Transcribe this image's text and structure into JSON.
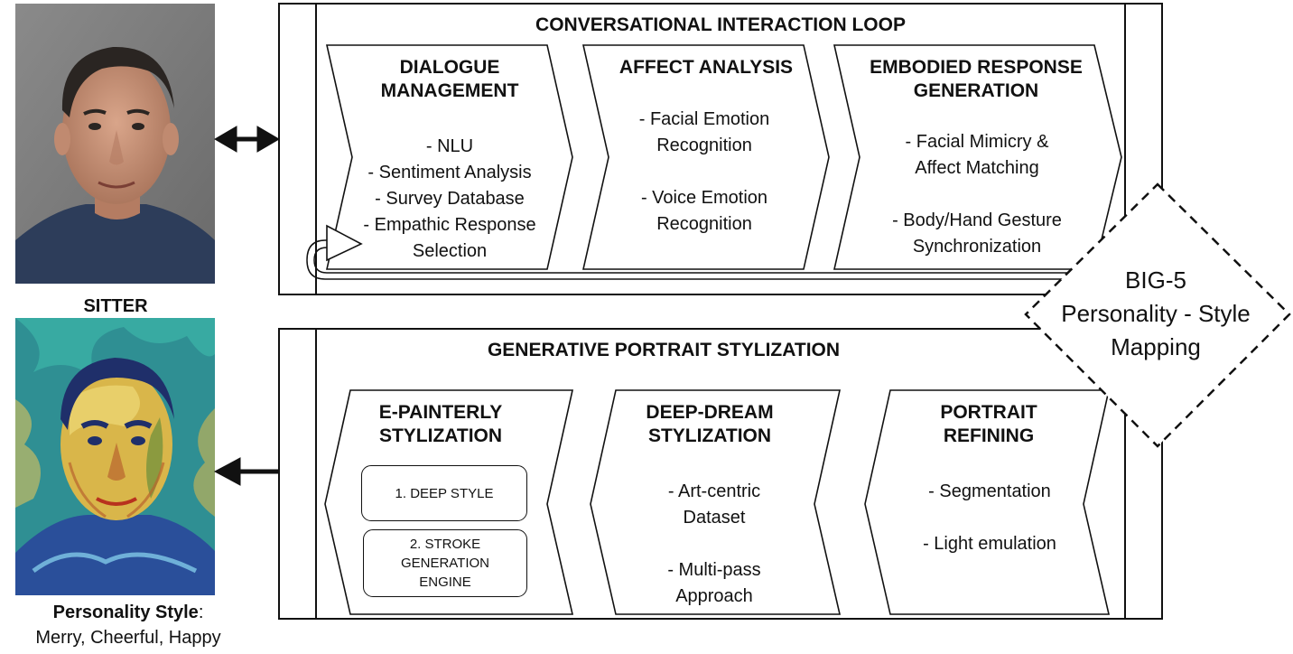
{
  "sitter": {
    "label": "SITTER",
    "style_label_bold": "Personality Style",
    "style_label_colon": ":",
    "style_values": "Merry, Cheerful, Happy"
  },
  "loop": {
    "title": "CONVERSATIONAL INTERACTION LOOP",
    "blocks": [
      {
        "title_lines": [
          "DIALOGUE",
          "MANAGEMENT"
        ],
        "items": [
          "- NLU",
          "- Sentiment Analysis",
          "- Survey Database",
          "- Empathic Response",
          "Selection"
        ]
      },
      {
        "title_lines": [
          "AFFECT ANALYSIS"
        ],
        "items": [
          "- Facial Emotion",
          "Recognition",
          "",
          "- Voice Emotion",
          "Recognition"
        ]
      },
      {
        "title_lines": [
          "EMBODIED RESPONSE",
          "GENERATION"
        ],
        "items": [
          "- Facial Mimicry &",
          "Affect Matching",
          "",
          "- Body/Hand Gesture",
          "Synchronization"
        ]
      }
    ]
  },
  "stylization": {
    "title": "GENERATIVE PORTRAIT STYLIZATION",
    "blocks": [
      {
        "title_lines": [
          "E-PAINTERLY",
          "STYLIZATION"
        ],
        "steps": [
          "1. DEEP STYLE",
          "2. STROKE GENERATION ENGINE"
        ]
      },
      {
        "title_lines": [
          "DEEP-DREAM",
          "STYLIZATION"
        ],
        "items": [
          "- Art-centric",
          "Dataset",
          "",
          "- Multi-pass",
          "Approach"
        ]
      },
      {
        "title_lines": [
          "PORTRAIT",
          "REFINING"
        ],
        "items": [
          "- Segmentation",
          "",
          "- Light emulation"
        ]
      }
    ]
  },
  "big5": {
    "lines": [
      "BIG-5",
      "Personality - Style",
      "Mapping"
    ]
  },
  "colors": {
    "line": "#111111",
    "background": "#ffffff",
    "photo_bg": "#7d7d7d",
    "shirt": "#2d3d5a",
    "painting_teal": "#2aa0a0",
    "painting_yellow": "#d9b64a",
    "painting_blue": "#2a4f9a"
  }
}
